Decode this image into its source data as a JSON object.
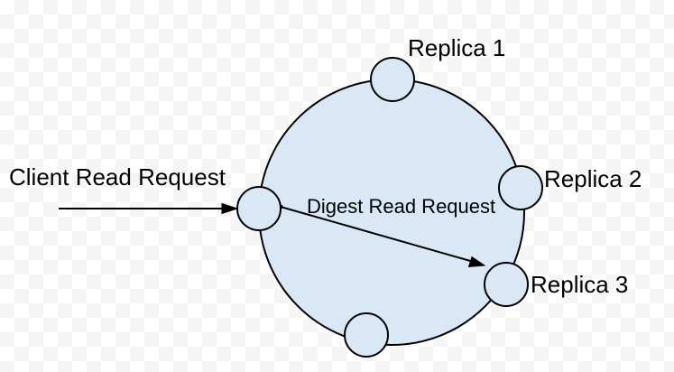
{
  "diagram": {
    "labels": {
      "client_read_request": "Client Read Request",
      "digest_read_request": "Digest Read Request",
      "replica_1": "Replica 1",
      "replica_2": "Replica 2",
      "replica_3": "Replica 3"
    },
    "colors": {
      "node_fill": "#dae8f6",
      "outline": "#000000",
      "label_text": "#000000",
      "checker_light": "#ffffff",
      "checker_dark": "#f5f5f5"
    }
  }
}
